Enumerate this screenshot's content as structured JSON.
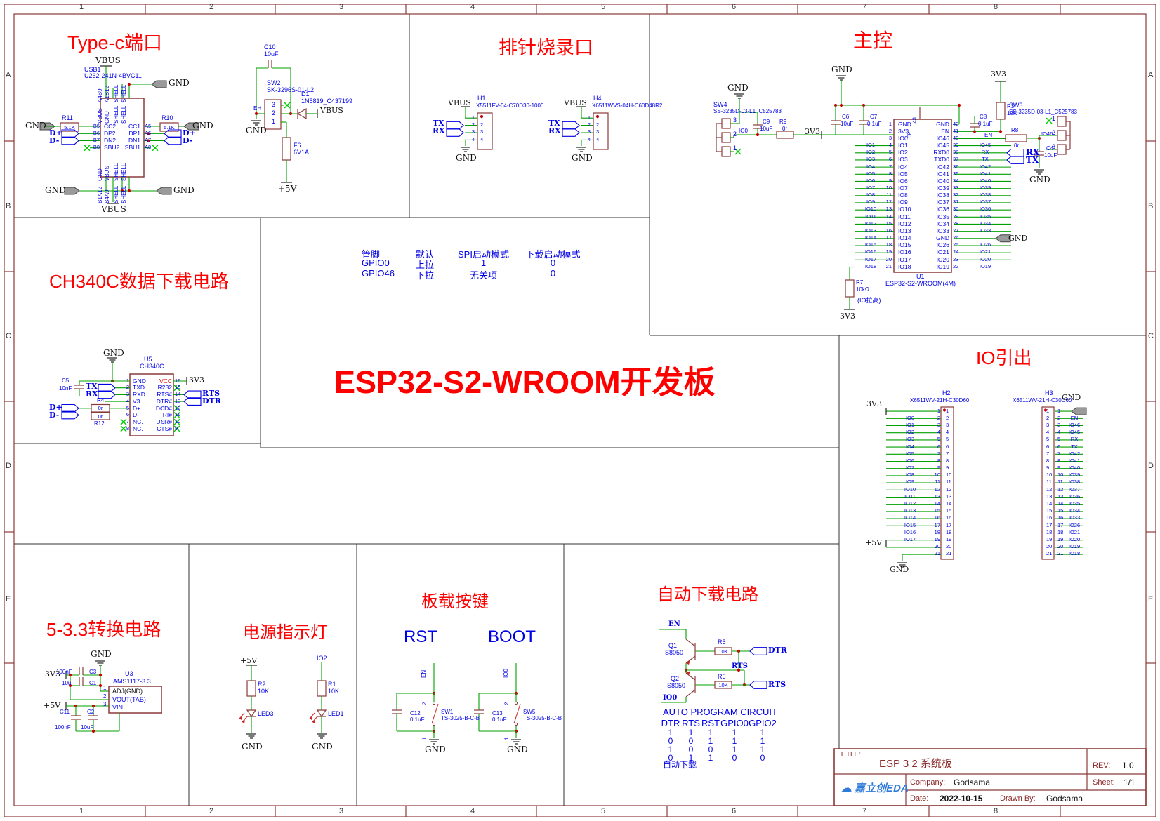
{
  "frame": {
    "cols": [
      "1",
      "2",
      "3",
      "4",
      "5",
      "6",
      "7",
      "8"
    ],
    "rows": [
      "A",
      "B",
      "C",
      "D",
      "E"
    ]
  },
  "typec": {
    "title": "Type-c端口",
    "vbus": "VBUS",
    "gnd": "GND",
    "ref": "USB1",
    "part": "U262-241N-4BVC11",
    "top_nums": [
      "A4B9",
      "A1B12",
      "SHELL",
      "SHELL"
    ],
    "top_names": [
      "VBUS",
      "GND",
      "SHELL",
      "SHELL"
    ],
    "bottom_names": [
      "GND",
      "VBUS",
      "SHELL",
      "SHELL"
    ],
    "bottom_nums": [
      "B1A12",
      "B4A9",
      "SHELL",
      "SHELL"
    ],
    "left_pins": [
      {
        "num": "B5",
        "name": "CC2"
      },
      {
        "num": "B6",
        "name": "DP2"
      },
      {
        "num": "B7",
        "name": "DN2"
      },
      {
        "num": "B8",
        "name": "SBU2"
      }
    ],
    "right_pins": [
      {
        "num": "A5",
        "name": "CC1"
      },
      {
        "num": "A6",
        "name": "DP1"
      },
      {
        "num": "A7",
        "name": "DN1"
      },
      {
        "num": "A8",
        "name": "SBU1"
      }
    ],
    "r11": {
      "ref": "R11",
      "val": "5.1K"
    },
    "r10": {
      "ref": "R10",
      "val": "5.1K"
    },
    "dp": "D+",
    "dm": "D-"
  },
  "pwr": {
    "c10": {
      "ref": "C10",
      "val": "10uF"
    },
    "sw2": {
      "ref": "SW2",
      "part": "SK-3296S-01-L2",
      "p3": "3",
      "p2": "2",
      "p1": "1",
      "eh": "EH"
    },
    "d1": {
      "ref": "D1",
      "part": "1N5819_C437199"
    },
    "vbus": "VBUS",
    "f6": {
      "ref": "F6",
      "val": "6V1A"
    },
    "p5v": "+5V",
    "gnd": "GND"
  },
  "burn": {
    "title": "排针烧录口",
    "vbus": "VBUS",
    "tx": "TX",
    "rx": "RX",
    "gnd": "GND",
    "h1": {
      "ref": "H1",
      "part": "X5511FV-04-C70D30-1000"
    },
    "h4": {
      "ref": "H4",
      "part": "X6511WVS-04H-C60D48R2"
    },
    "pins": [
      {
        "num": "1"
      },
      {
        "num": "2"
      },
      {
        "num": "3"
      },
      {
        "num": "4"
      }
    ]
  },
  "main": {
    "title": "主控",
    "gnd": "GND",
    "v33": "3V3",
    "en": "EN",
    "io0": "IO0",
    "io46": "IO46",
    "rx": "RX",
    "tx": "TX",
    "ep": "EP",
    "ep_num": "43",
    "sw4": {
      "ref": "SW4",
      "part": "SS-3235D-03-L1_C525783",
      "p3": "3",
      "p2": "2",
      "p1": "1"
    },
    "sw3": {
      "ref": "SW3",
      "part": "SS-3235D-03-L1_C525783",
      "p3": "3",
      "p2": "2",
      "p1": "1"
    },
    "c9": {
      "ref": "C9",
      "val": "10uF"
    },
    "r9": {
      "ref": "R9",
      "val": "0r"
    },
    "c6": {
      "ref": "C6",
      "val": "10uF"
    },
    "c7": {
      "ref": "C7",
      "val": "0.1uF"
    },
    "c8": {
      "ref": "C8",
      "val": "0.1uF"
    },
    "r3": {
      "ref": "R3",
      "val": "10K"
    },
    "r8": {
      "ref": "R8",
      "val": "0r"
    },
    "c4": {
      "ref": "C4",
      "val": "10uF"
    },
    "r7": {
      "ref": "R7",
      "val": "10kΩ",
      "note": "(IO拉高)"
    },
    "u1": {
      "ref": "U1",
      "part": "ESP32-S2-WROOM(4M)",
      "left": [
        {
          "num": "1",
          "name": "GND",
          "net": ""
        },
        {
          "num": "2",
          "name": "3V3",
          "net": ""
        },
        {
          "num": "3",
          "name": "IO0",
          "net": ""
        },
        {
          "num": "4",
          "name": "IO1",
          "net": "IO1"
        },
        {
          "num": "5",
          "name": "IO2",
          "net": "IO2"
        },
        {
          "num": "6",
          "name": "IO3",
          "net": "IO3"
        },
        {
          "num": "7",
          "name": "IO4",
          "net": "IO4"
        },
        {
          "num": "8",
          "name": "IO5",
          "net": "IO5"
        },
        {
          "num": "9",
          "name": "IO6",
          "net": "IO6"
        },
        {
          "num": "10",
          "name": "IO7",
          "net": "IO7"
        },
        {
          "num": "11",
          "name": "IO8",
          "net": "IO8"
        },
        {
          "num": "12",
          "name": "IO9",
          "net": "IO9"
        },
        {
          "num": "13",
          "name": "IO10",
          "net": "IO10"
        },
        {
          "num": "14",
          "name": "IO11",
          "net": "IO11"
        },
        {
          "num": "15",
          "name": "IO12",
          "net": "IO12"
        },
        {
          "num": "16",
          "name": "IO13",
          "net": "IO13"
        },
        {
          "num": "17",
          "name": "IO14",
          "net": "IO14"
        },
        {
          "num": "18",
          "name": "IO15",
          "net": "IO15"
        },
        {
          "num": "19",
          "name": "IO16",
          "net": "IO16"
        },
        {
          "num": "20",
          "name": "IO17",
          "net": "IO17"
        },
        {
          "num": "21",
          "name": "IO18",
          "net": "IO18"
        }
      ],
      "right": [
        {
          "num": "42",
          "name": "GND",
          "net": ""
        },
        {
          "num": "41",
          "name": "EN",
          "net": ""
        },
        {
          "num": "40",
          "name": "IO46",
          "net": ""
        },
        {
          "num": "39",
          "name": "IO45",
          "net": "IO45"
        },
        {
          "num": "38",
          "name": "RXD0",
          "net": "RX"
        },
        {
          "num": "37",
          "name": "TXD0",
          "net": "TX"
        },
        {
          "num": "36",
          "name": "IO42",
          "net": "IO42"
        },
        {
          "num": "35",
          "name": "IO41",
          "net": "IO41"
        },
        {
          "num": "34",
          "name": "IO40",
          "net": "IO40"
        },
        {
          "num": "33",
          "name": "IO39",
          "net": "IO39"
        },
        {
          "num": "32",
          "name": "IO38",
          "net": "IO38"
        },
        {
          "num": "31",
          "name": "IO37",
          "net": "IO37"
        },
        {
          "num": "30",
          "name": "IO36",
          "net": "IO36"
        },
        {
          "num": "29",
          "name": "IO35",
          "net": "IO35"
        },
        {
          "num": "28",
          "name": "IO34",
          "net": "IO34"
        },
        {
          "num": "27",
          "name": "IO33",
          "net": "IO33"
        },
        {
          "num": "26",
          "name": "GND",
          "net": ""
        },
        {
          "num": "25",
          "name": "IO26",
          "net": "IO26"
        },
        {
          "num": "24",
          "name": "IO21",
          "net": "IO21"
        },
        {
          "num": "23",
          "name": "IO20",
          "net": "IO20"
        },
        {
          "num": "22",
          "name": "IO19",
          "net": "IO19"
        }
      ]
    }
  },
  "ch340": {
    "title": "CH340C数据下载电路",
    "gnd": "GND",
    "v33": "3V3",
    "tx": "TX",
    "rx": "RX",
    "rts": "RTS",
    "dtr": "DTR",
    "dp": "D+",
    "dm": "D-",
    "c5": {
      "ref": "C5",
      "val": "10nF"
    },
    "r4": {
      "ref": "R4",
      "val": "0r"
    },
    "r12": {
      "ref": "R12",
      "val": "0r"
    },
    "u5": {
      "ref": "U5",
      "part": "CH340C",
      "left": [
        {
          "num": "1",
          "name": "GND"
        },
        {
          "num": "2",
          "name": "TXD"
        },
        {
          "num": "3",
          "name": "RXD"
        },
        {
          "num": "4",
          "name": "V3"
        },
        {
          "num": "5",
          "name": "D+"
        },
        {
          "num": "6",
          "name": "D-"
        },
        {
          "num": "7",
          "name": "NC."
        },
        {
          "num": "8",
          "name": "NC."
        }
      ],
      "right": [
        {
          "num": "16",
          "name": "VCC"
        },
        {
          "num": "15",
          "name": "R232"
        },
        {
          "num": "14",
          "name": "RTS#"
        },
        {
          "num": "13",
          "name": "DTR#"
        },
        {
          "num": "12",
          "name": "DCD#"
        },
        {
          "num": "11",
          "name": "RI#"
        },
        {
          "num": "10",
          "name": "DSR#"
        },
        {
          "num": "9",
          "name": "CTS#"
        }
      ]
    }
  },
  "boot_table": {
    "rows": [
      {
        "c1": "管脚",
        "c2": "默认",
        "c3": "SPI启动模式",
        "c4": "下载启动模式"
      },
      {
        "c1": "GPIO0",
        "c2": "上拉",
        "c3": "1",
        "c4": "0"
      },
      {
        "c1": "GPIO46",
        "c2": "下拉",
        "c3": "无关项",
        "c4": "0"
      }
    ]
  },
  "big_title": "ESP32-S2-WROOM开发板",
  "ioout": {
    "title": "IO引出",
    "v33": "3V3",
    "p5v": "+5V",
    "gnd": "GND",
    "h2": {
      "ref": "H2",
      "part": "X6511WV-21H-C30D60",
      "pins": [
        {
          "num": "1",
          "net": ""
        },
        {
          "num": "2",
          "net": "IO0"
        },
        {
          "num": "3",
          "net": "IO1"
        },
        {
          "num": "4",
          "net": "IO2"
        },
        {
          "num": "5",
          "net": "IO3"
        },
        {
          "num": "6",
          "net": "IO4"
        },
        {
          "num": "7",
          "net": "IO5"
        },
        {
          "num": "8",
          "net": "IO6"
        },
        {
          "num": "9",
          "net": "IO7"
        },
        {
          "num": "10",
          "net": "IO8"
        },
        {
          "num": "11",
          "net": "IO9"
        },
        {
          "num": "12",
          "net": "IO10"
        },
        {
          "num": "13",
          "net": "IO11"
        },
        {
          "num": "14",
          "net": "IO12"
        },
        {
          "num": "15",
          "net": "IO13"
        },
        {
          "num": "16",
          "net": "IO14"
        },
        {
          "num": "17",
          "net": "IO15"
        },
        {
          "num": "18",
          "net": "IO16"
        },
        {
          "num": "19",
          "net": "IO17"
        },
        {
          "num": "20",
          "net": ""
        },
        {
          "num": "21",
          "net": ""
        }
      ]
    },
    "h3": {
      "ref": "H3",
      "part": "X6511WV-21H-C30D60",
      "pins": [
        {
          "num": "1",
          "net": ""
        },
        {
          "num": "2",
          "net": "EN"
        },
        {
          "num": "3",
          "net": "IO46"
        },
        {
          "num": "4",
          "net": "IO45"
        },
        {
          "num": "5",
          "net": "RX"
        },
        {
          "num": "6",
          "net": "TX"
        },
        {
          "num": "7",
          "net": "IO42"
        },
        {
          "num": "8",
          "net": "IO41"
        },
        {
          "num": "9",
          "net": "IO40"
        },
        {
          "num": "10",
          "net": "IO39"
        },
        {
          "num": "11",
          "net": "IO38"
        },
        {
          "num": "12",
          "net": "IO37"
        },
        {
          "num": "13",
          "net": "IO36"
        },
        {
          "num": "14",
          "net": "IO35"
        },
        {
          "num": "15",
          "net": "IO34"
        },
        {
          "num": "16",
          "net": "IO33"
        },
        {
          "num": "17",
          "net": "IO26"
        },
        {
          "num": "18",
          "net": "IO21"
        },
        {
          "num": "19",
          "net": "IO20"
        },
        {
          "num": "20",
          "net": "IO19"
        },
        {
          "num": "21",
          "net": "IO18"
        }
      ]
    }
  },
  "ldo": {
    "title": "5-3.3转换电路",
    "gnd": "GND",
    "v33": "3V3",
    "p5v": "+5V",
    "c3": {
      "ref": "C3",
      "val": "100nF"
    },
    "c1": {
      "ref": "C1",
      "val": "10uF"
    },
    "c11": {
      "ref": "C11",
      "val": "100nF"
    },
    "c2": {
      "ref": "C2",
      "val": "10uF"
    },
    "u3": {
      "ref": "U3",
      "part": "AMS1117-3.3",
      "p1": "1",
      "p2": "2",
      "p3": "3",
      "n1": "ADJ(GND)",
      "n2": "VOUT(TAB)",
      "n3": "VIN"
    }
  },
  "led": {
    "title": "电源指示灯",
    "p5v": "+5V",
    "io2": "IO2",
    "gnd": "GND",
    "r2": {
      "ref": "R2",
      "val": "10K"
    },
    "r1": {
      "ref": "R1",
      "val": "10K"
    },
    "led3": "LED3",
    "led1": "LED1"
  },
  "keys": {
    "title": "板载按键",
    "rst": "RST",
    "boot": "BOOT",
    "en": "EN",
    "io0": "IO0",
    "gnd": "GND",
    "p2": "2",
    "p1": "1",
    "c12": {
      "ref": "C12",
      "val": "0.1uF"
    },
    "c13": {
      "ref": "C13",
      "val": "0.1uF"
    },
    "sw1": {
      "ref": "SW1",
      "part": "TS-3025-B-C-B"
    },
    "sw5": {
      "ref": "SW5",
      "part": "TS-3025-B-C-B"
    }
  },
  "auto": {
    "title": "自动下载电路",
    "en": "EN",
    "io0": "IO0",
    "rts_mid": "RTS",
    "dtr": "DTR",
    "rts": "RTS",
    "q1": {
      "ref": "Q1",
      "part": "S8050"
    },
    "q2": {
      "ref": "Q2",
      "part": "S8050"
    },
    "r5": {
      "ref": "R5",
      "val": "10K"
    },
    "r6": {
      "ref": "R6",
      "val": "10K"
    },
    "table": {
      "title": "AUTO PROGRAM CIRCUIT",
      "headers": [
        "DTR",
        "RTS",
        "RST",
        "GPIO0",
        "GPIO2"
      ],
      "rows": [
        {
          "c1": "1",
          "c2": "1",
          "c3": "1",
          "c4": "1",
          "c5": "1"
        },
        {
          "c1": "0",
          "c2": "0",
          "c3": "1",
          "c4": "1",
          "c5": "1"
        },
        {
          "c1": "1",
          "c2": "0",
          "c3": "0",
          "c4": "1",
          "c5": "1"
        },
        {
          "c1": "0",
          "c2": "1",
          "c3": "1",
          "c4": "0",
          "c5": "0"
        }
      ]
    },
    "note": "自动下载"
  },
  "titleblock": {
    "title_label": "TITLE:",
    "title": "ESP 3 2 系统板",
    "rev_label": "REV:",
    "rev": "1.0",
    "company_label": "Company:",
    "company": "Godsama",
    "sheet_label": "Sheet:",
    "sheet": "1/1",
    "date_label": "Date:",
    "date": "2022-10-15",
    "drawn_label": "Drawn By:",
    "drawn": "Godsama",
    "logo": "嘉立创EDA",
    "logo_icon": "cloud"
  }
}
